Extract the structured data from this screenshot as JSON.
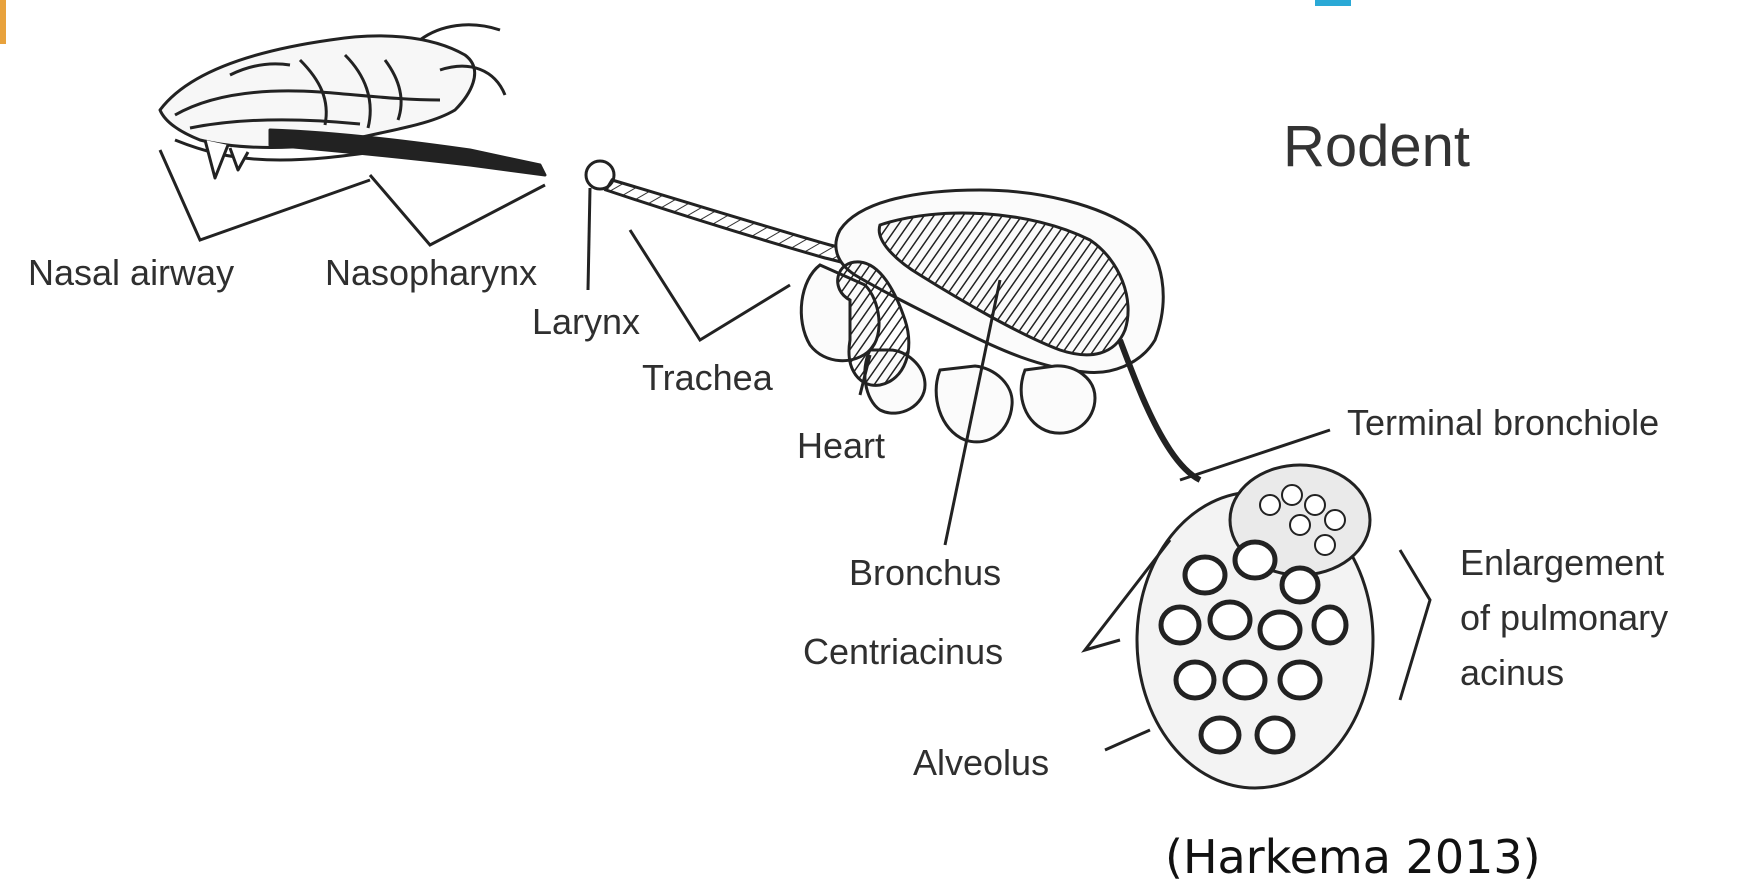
{
  "diagram": {
    "title": "Rodent",
    "labels": {
      "nasal_airway": "Nasal airway",
      "nasopharynx": "Nasopharynx",
      "larynx": "Larynx",
      "trachea": "Trachea",
      "heart": "Heart",
      "bronchus": "Bronchus",
      "terminal_bronchiole": "Terminal bronchiole",
      "centriacinus": "Centriacinus",
      "alveolus": "Alveolus",
      "enlargement_line1": "Enlargement",
      "enlargement_line2": "of pulmonary",
      "enlargement_line3": "acinus"
    }
  },
  "caption": "(Harkema 2013)",
  "colors": {
    "ink": "#2f2f2f",
    "accent_orange": "#e8a23c",
    "accent_blue": "#2aa9d6"
  }
}
